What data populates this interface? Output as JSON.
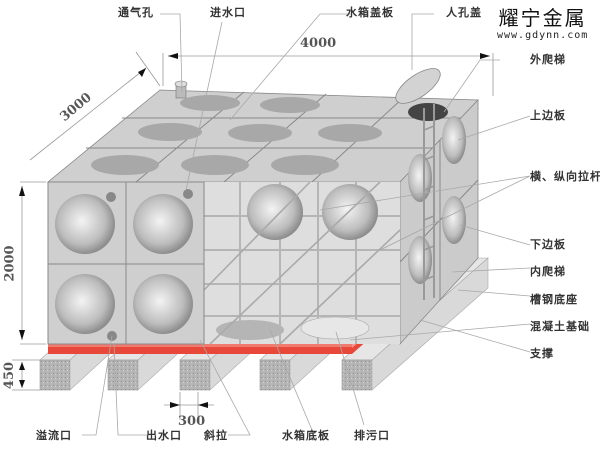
{
  "brand": {
    "name": "耀宁金属",
    "url": "www.gdynn.com"
  },
  "dimensions": {
    "length": "4000",
    "width": "3000",
    "height": "2000",
    "foundation_height": "450",
    "support_spacing": "300"
  },
  "labels": {
    "top": [
      {
        "id": "vent",
        "text": "通气孔"
      },
      {
        "id": "inlet",
        "text": "进水口"
      },
      {
        "id": "cover_plate",
        "text": "水箱盖板"
      },
      {
        "id": "manhole_cover",
        "text": "人孔盖"
      }
    ],
    "right": [
      {
        "id": "outer_ladder",
        "text": "外爬梯"
      },
      {
        "id": "upper_side_plate",
        "text": "上边板"
      },
      {
        "id": "tie_rods",
        "text": "横、纵向拉杆"
      },
      {
        "id": "lower_side_plate",
        "text": "下边板"
      },
      {
        "id": "inner_ladder",
        "text": "内爬梯"
      },
      {
        "id": "channel_steel_base",
        "text": "槽钢底座"
      },
      {
        "id": "concrete_foundation",
        "text": "混凝土基础"
      },
      {
        "id": "support",
        "text": "支撑"
      }
    ],
    "bottom": [
      {
        "id": "overflow",
        "text": "溢流口"
      },
      {
        "id": "outlet",
        "text": "出水口"
      },
      {
        "id": "diagonal_brace",
        "text": "斜拉"
      },
      {
        "id": "bottom_plate",
        "text": "水箱底板"
      },
      {
        "id": "drain",
        "text": "排污口"
      }
    ]
  },
  "colors": {
    "base_red": "#e8483a",
    "panel": "#c9c9c9",
    "panel_dark": "#9a9a9a",
    "line": "#8a8a8a",
    "text": "#333333",
    "concrete": "#bdbdbd"
  }
}
